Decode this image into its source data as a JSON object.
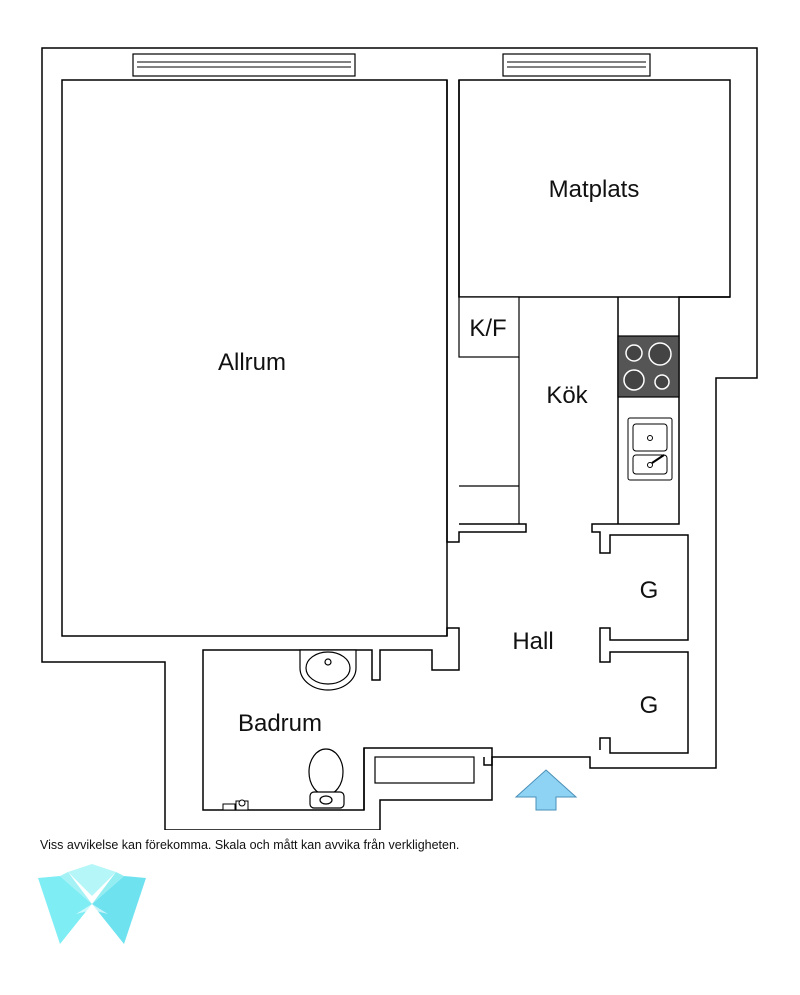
{
  "rooms": {
    "allrum": "Allrum",
    "matplats": "Matplats",
    "kf": "K/F",
    "kok": "Kök",
    "hall": "Hall",
    "g1": "G",
    "g2": "G",
    "badrum": "Badrum"
  },
  "disclaimer": "Viss avvikelse kan förekomma. Skala och mått kan avvika från verkligheten.",
  "icons": {
    "entrance": "entrance-arrow-icon",
    "logo": "agency-logo-icon"
  },
  "colors": {
    "wall": "#000000",
    "floor": "#ffffff",
    "entrance_arrow": "#8fd3f4",
    "logo": "#7eeef4",
    "stove": "#555555"
  }
}
